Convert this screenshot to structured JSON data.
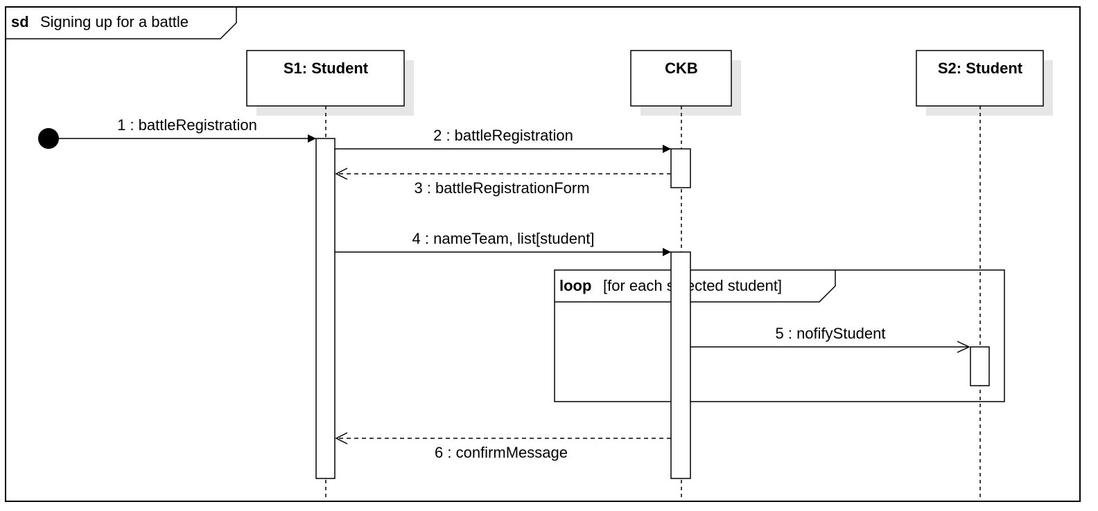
{
  "frame": {
    "keyword": "sd",
    "title": "Signing up for a battle"
  },
  "lifelines": [
    {
      "id": "s1",
      "label": "S1: Student"
    },
    {
      "id": "ckb",
      "label": "CKB"
    },
    {
      "id": "s2",
      "label": "S2: Student"
    }
  ],
  "messages": [
    {
      "id": "m1",
      "label": "1 : battleRegistration",
      "from": "found",
      "to": "s1",
      "kind": "sync"
    },
    {
      "id": "m2",
      "label": "2 : battleRegistration",
      "from": "s1",
      "to": "ckb",
      "kind": "sync"
    },
    {
      "id": "m3",
      "label": "3 : battleRegistrationForm",
      "from": "ckb",
      "to": "s1",
      "kind": "reply"
    },
    {
      "id": "m4",
      "label": "4 : nameTeam, list[student]",
      "from": "s1",
      "to": "ckb",
      "kind": "sync"
    },
    {
      "id": "m5",
      "label": "5 : nofifyStudent",
      "from": "ckb",
      "to": "s2",
      "kind": "async"
    },
    {
      "id": "m6",
      "label": "6 : confirmMessage",
      "from": "ckb",
      "to": "s1",
      "kind": "reply"
    }
  ],
  "fragment": {
    "operator": "loop",
    "guard": "[for each selected student]"
  },
  "colors": {
    "line": "#000000",
    "shadow": "#e6e6e6",
    "background": "#ffffff"
  }
}
